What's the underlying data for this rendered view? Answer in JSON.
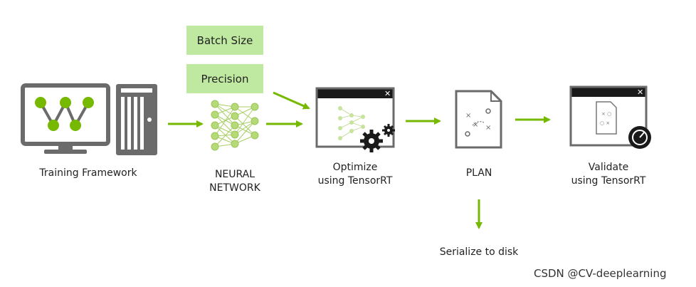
{
  "tags": {
    "batch_size": "Batch Size",
    "precision": "Precision"
  },
  "nodes": {
    "training_framework": "Training Framework",
    "neural_network_line1": "NEURAL",
    "neural_network_line2": "NETWORK",
    "optimize_line1": "Optimize",
    "optimize_line2": "using TensorRT",
    "plan": "PLAN",
    "validate_line1": "Validate",
    "validate_line2": "using TensorRT",
    "serialize": "Serialize to disk"
  },
  "watermark": "CSDN @CV-deeplearning",
  "colors": {
    "accent_green": "#76b900",
    "tag_bg": "#bfe9a0",
    "icon_gray": "#6b6b6b",
    "window_black": "#1a1a1a"
  }
}
